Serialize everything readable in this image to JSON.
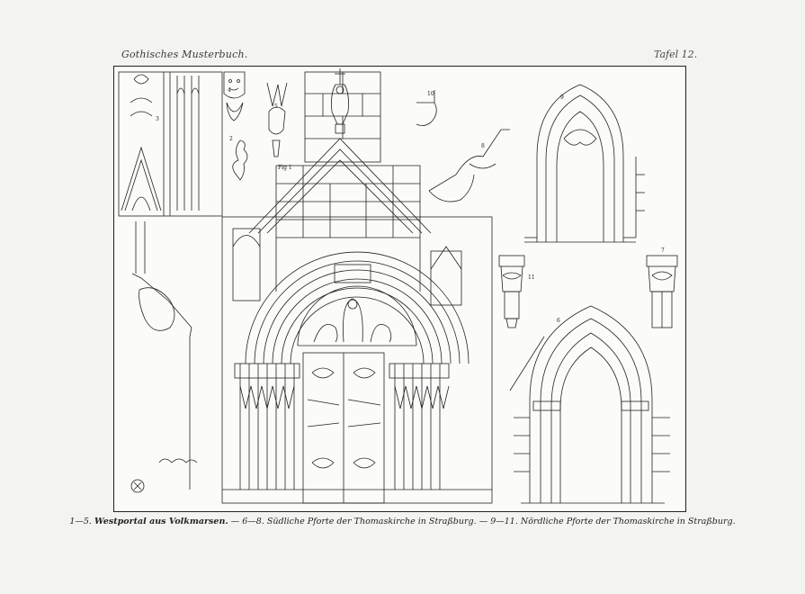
{
  "header": {
    "left_title": "Gothisches Musterbuch.",
    "right_title": "Tafel 12."
  },
  "caption": {
    "part1_range": "1—5.",
    "part1_title": "Westportal aus Volkmarsen.",
    "sep1": "—",
    "part2": "6—8. Südliche Pforte der Thomaskirche in Straßburg.",
    "sep2": "—",
    "part3": "9—11. Nördliche Pforte der Thomaskirche in Straßburg."
  },
  "figure_labels": {
    "fig1": "Fig 1",
    "n2": "2",
    "n3": "3",
    "n4": "4",
    "n5": "5",
    "n6": "6",
    "n7": "7",
    "n8": "8",
    "n9": "9",
    "n10": "10",
    "n11": "11"
  }
}
